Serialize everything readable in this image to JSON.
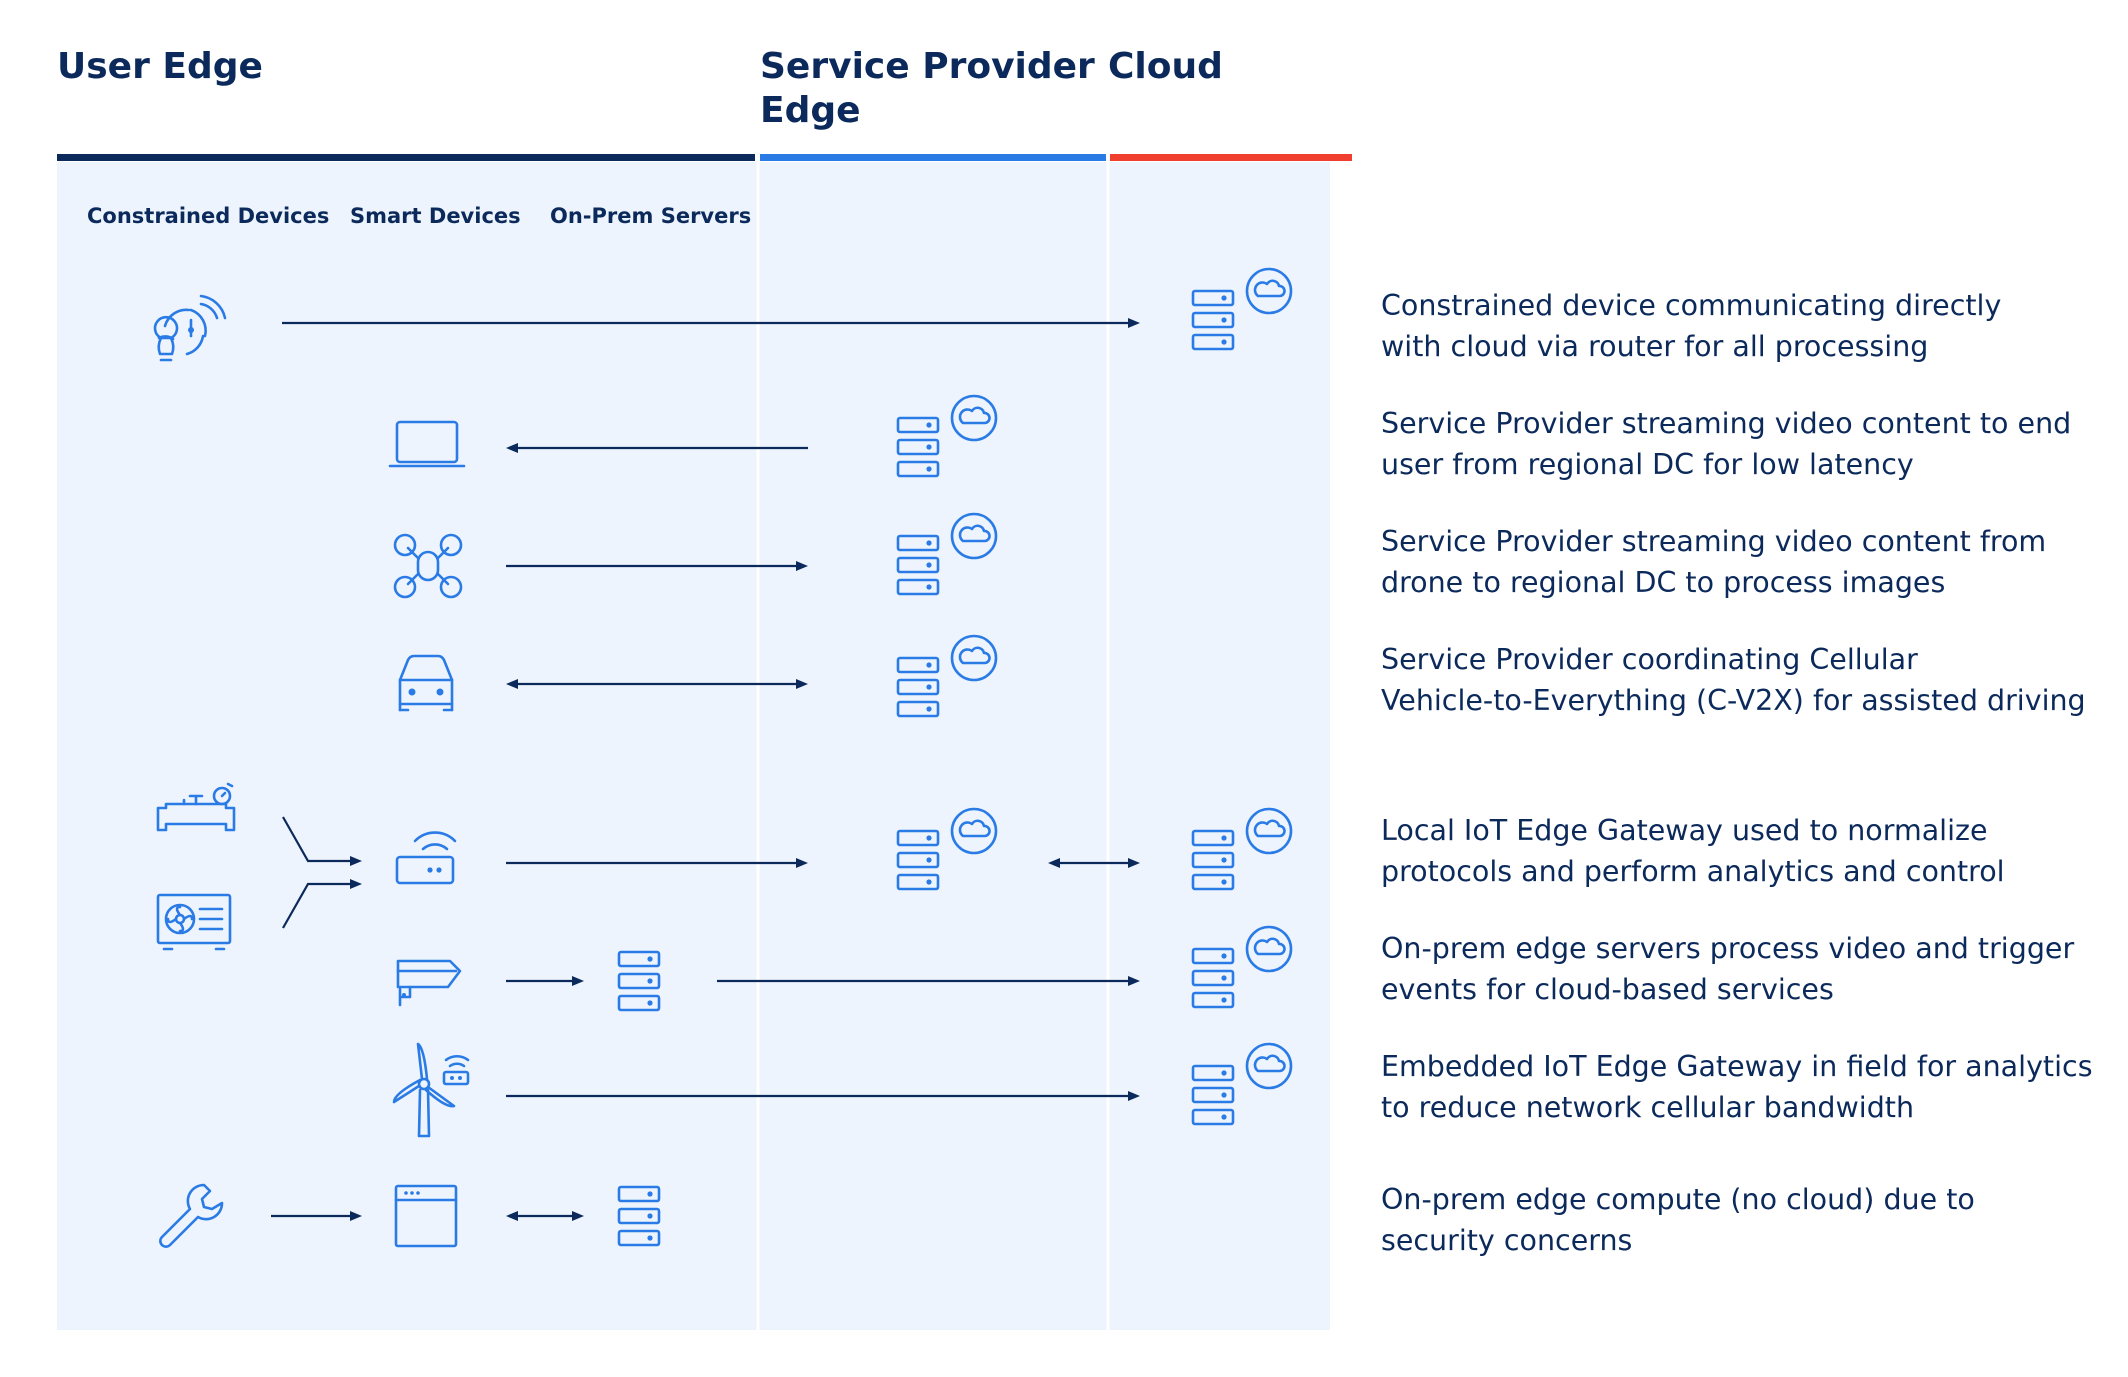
{
  "zones": {
    "user_edge": "User Edge",
    "service_provider_edge": [
      "Service Provider",
      "Edge"
    ],
    "cloud": "Cloud"
  },
  "colors": {
    "user_edge_bar": "#0b2a5b",
    "service_provider_bar": "#2a7be6",
    "cloud_bar": "#f03e2f",
    "panel_background": "#edf4fd",
    "icon": "#2a7be6",
    "text": "#0b2a5b"
  },
  "columns": {
    "constrained": "Constrained Devices",
    "smart": "Smart Devices",
    "onprem": "On-Prem Servers"
  },
  "rows": [
    {
      "icons": [
        "sensor-bulb-icon",
        "cloud-server-icon"
      ],
      "lines": [
        "Constrained device communicating directly",
        "with cloud via router for all processing"
      ]
    },
    {
      "icons": [
        "laptop-icon",
        "regional-server-icon"
      ],
      "lines": [
        "Service Provider streaming video content to end",
        "user from regional DC for low latency"
      ]
    },
    {
      "icons": [
        "drone-icon",
        "regional-server-icon"
      ],
      "lines": [
        "Service Provider streaming video content from",
        "drone to regional DC to process images"
      ]
    },
    {
      "icons": [
        "car-icon",
        "regional-server-icon"
      ],
      "lines": [
        "Service Provider coordinating Cellular",
        "Vehicle-to-Everything (C-V2X) for assisted driving"
      ]
    },
    {
      "icons": [
        "pipe-valve-icon",
        "hvac-unit-icon",
        "router-gateway-icon",
        "regional-server-icon",
        "cloud-server-icon"
      ],
      "lines": [
        "Local IoT Edge Gateway used to normalize",
        "protocols and perform analytics and control"
      ]
    },
    {
      "icons": [
        "security-camera-icon",
        "onprem-server-icon",
        "cloud-server-icon"
      ],
      "lines": [
        "On-prem edge servers process video and trigger",
        "events for cloud-based services"
      ]
    },
    {
      "icons": [
        "wind-turbine-icon",
        "cloud-server-icon"
      ],
      "lines": [
        "Embedded IoT Edge Gateway in field for analytics",
        "to reduce network cellular bandwidth"
      ]
    },
    {
      "icons": [
        "wrench-icon",
        "app-window-icon",
        "onprem-server-icon"
      ],
      "lines": [
        "On-prem edge compute (no cloud) due to",
        "security concerns"
      ]
    }
  ]
}
